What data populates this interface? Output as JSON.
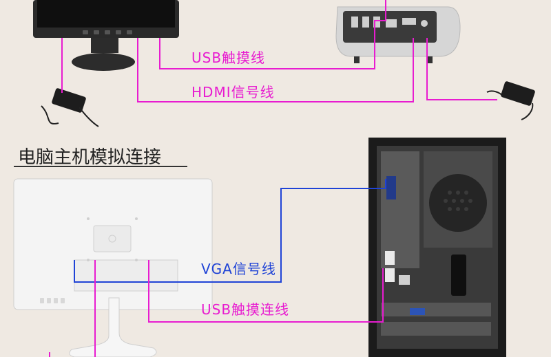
{
  "section_title": "电脑主机模拟连接",
  "labels": {
    "usb_touch_line_top": "USB触摸线",
    "hdmi_signal_line": "HDMI信号线",
    "vga_signal_line": "VGA信号线",
    "usb_touch_connection_line": "USB触摸连线"
  },
  "colors": {
    "background": "#efe9e2",
    "magenta_cable": "#e81cd0",
    "blue_cable": "#1f43d6"
  }
}
